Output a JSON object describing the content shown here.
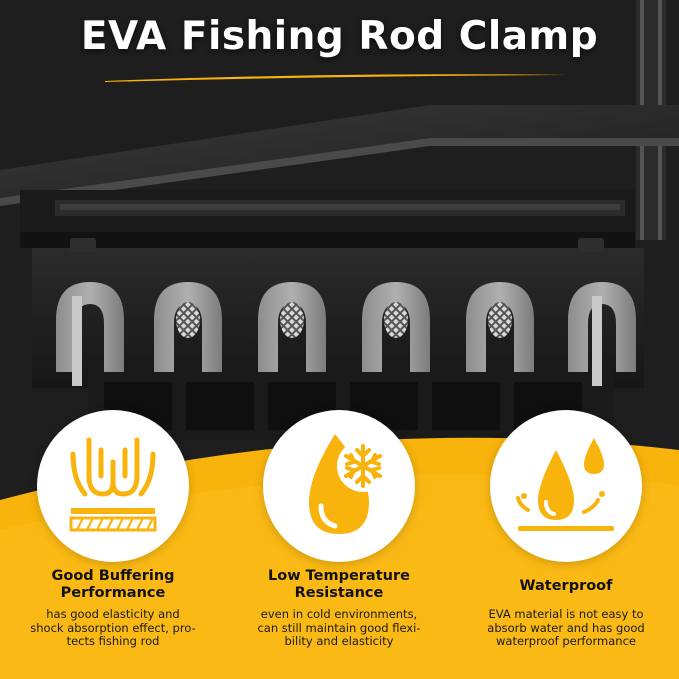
{
  "title": "EVA Fishing Rod Clamp",
  "colors": {
    "accent": "#f8b40c",
    "dark": "#1c1c1c",
    "white": "#ffffff"
  },
  "features": [
    {
      "icon": "buffering-icon",
      "title_line1": "Good Buffering",
      "title_line2": "Performance",
      "desc_line1": "has good elasticity and",
      "desc_line2": "shock absorption effect, pro-",
      "desc_line3": "tects fishing rod"
    },
    {
      "icon": "snowflake-drop-icon",
      "title_line1": "Low Temperature",
      "title_line2": "Resistance",
      "desc_line1": "even in cold environments,",
      "desc_line2": "can still maintain good flexi-",
      "desc_line3": "bility and elasticity"
    },
    {
      "icon": "water-drops-icon",
      "title_line1": "Waterproof",
      "title_line2": "",
      "desc_line1": "EVA material is not easy to",
      "desc_line2": "absorb water and has good",
      "desc_line3": "waterproof performance"
    }
  ]
}
